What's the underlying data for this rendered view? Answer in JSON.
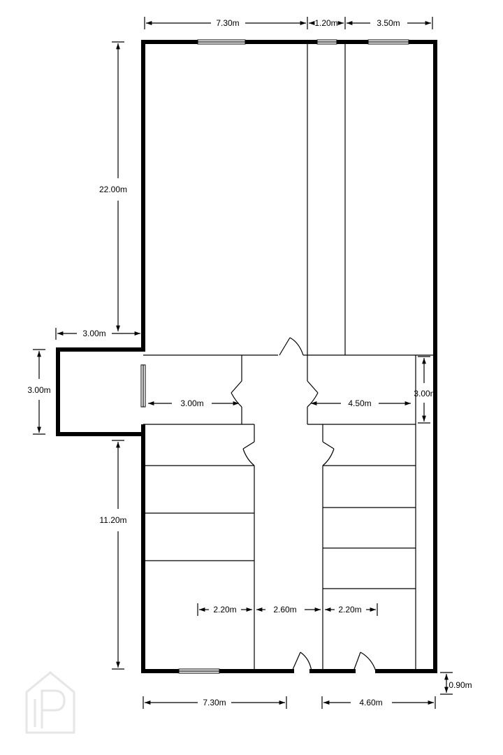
{
  "dimensions": {
    "top_left_width": "7.30m",
    "top_corridor_width": "1.20m",
    "top_right_width": "3.50m",
    "upper_length": "22.00m",
    "annex_width": "3.00m",
    "annex_depth": "3.00m",
    "mid_left_room": "3.00m",
    "mid_right_room": "4.50m",
    "right_room_depth": "3.00m",
    "lower_left_length": "11.20m",
    "left_bay_width": "2.20m",
    "central_aisle_width": "2.60m",
    "right_bay_width": "2.20m",
    "bottom_left_width": "7.30m",
    "bottom_right_width": "4.60m",
    "bottom_offset": "0.90m"
  },
  "watermark": "P"
}
